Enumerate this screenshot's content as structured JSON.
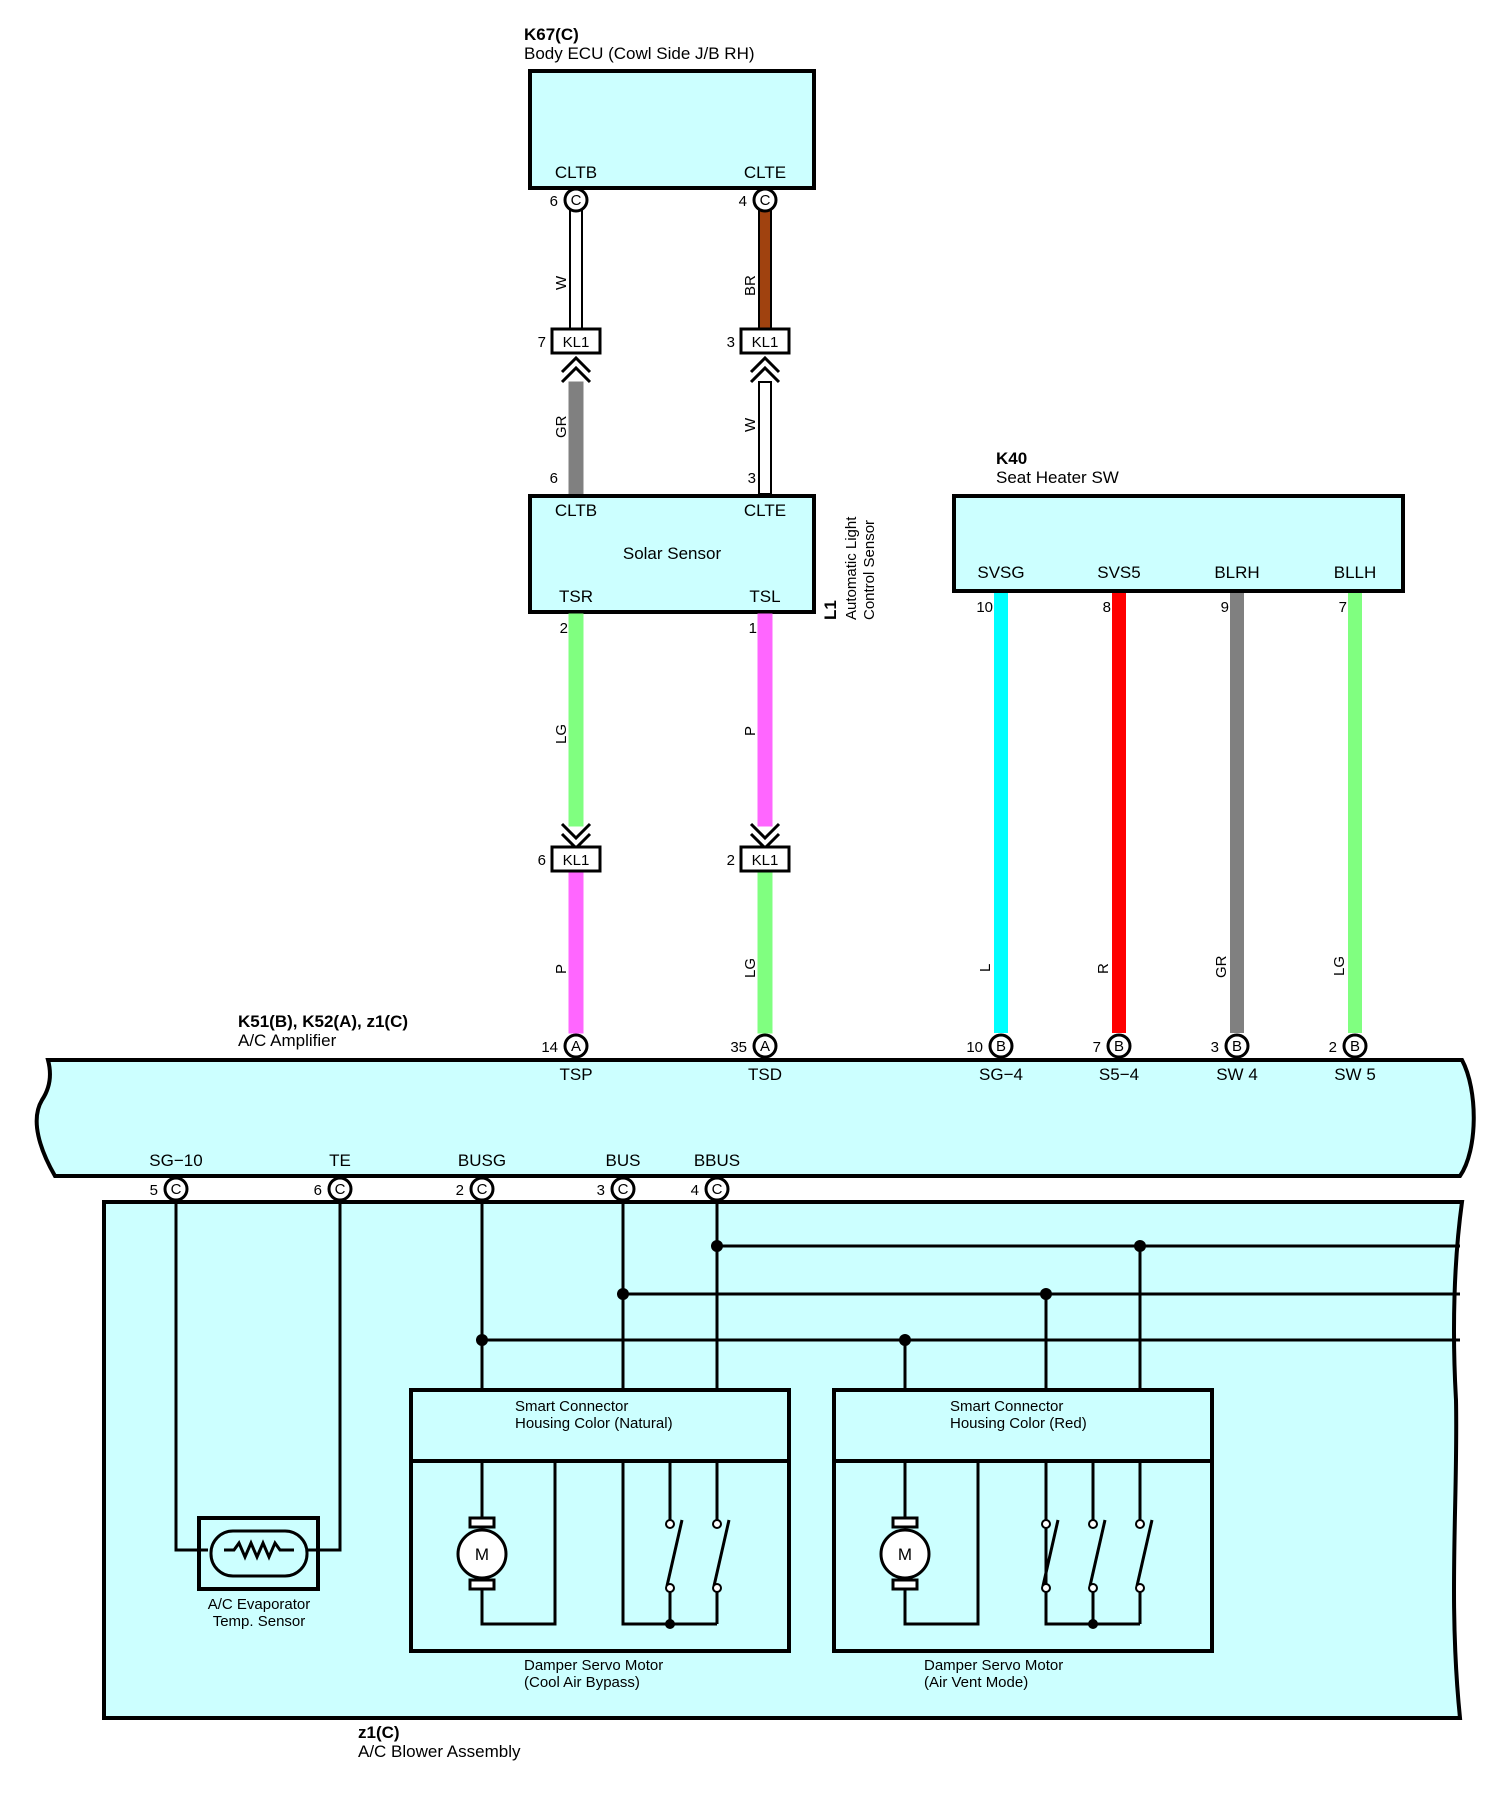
{
  "components": {
    "k67": {
      "ref": "K67(C)",
      "name": "Body ECU (Cowl Side J/B RH)",
      "pin_cltb": "CLTB",
      "pin_clte": "CLTE",
      "pin_cltb_no": "6",
      "pin_clte_no": "4",
      "conn": "C"
    },
    "l1": {
      "ref": "L1",
      "name_line1": "Automatic Light",
      "name_line2": "Control Sensor",
      "title": "Solar Sensor",
      "pin_cltb": "CLTB",
      "pin_clte": "CLTE",
      "pin_tsr": "TSR",
      "pin_tsl": "TSL",
      "pin_cltb_no": "6",
      "pin_clte_no": "3",
      "pin_tsr_no": "2",
      "pin_tsl_no": "1"
    },
    "k40": {
      "ref": "K40",
      "name": "Seat Heater SW",
      "pins": [
        {
          "label": "SVSG",
          "no": "10"
        },
        {
          "label": "SVS5",
          "no": "8"
        },
        {
          "label": "BLRH",
          "no": "9"
        },
        {
          "label": "BLLH",
          "no": "7"
        }
      ]
    },
    "amp": {
      "ref": "K51(B), K52(A), z1(C)",
      "name": "A/C Amplifier",
      "top_pins": [
        {
          "label": "TSP",
          "no": "14",
          "conn": "A"
        },
        {
          "label": "TSD",
          "no": "35",
          "conn": "A"
        },
        {
          "label": "SG−4",
          "no": "10",
          "conn": "B"
        },
        {
          "label": "S5−4",
          "no": "7",
          "conn": "B"
        },
        {
          "label": "SW 4",
          "no": "3",
          "conn": "B"
        },
        {
          "label": "SW 5",
          "no": "2",
          "conn": "B"
        }
      ],
      "bottom_pins": [
        {
          "label": "SG−10",
          "no": "5",
          "conn": "C"
        },
        {
          "label": "TE",
          "no": "6",
          "conn": "C"
        },
        {
          "label": "BUSG",
          "no": "2",
          "conn": "C"
        },
        {
          "label": "BUS",
          "no": "3",
          "conn": "C"
        },
        {
          "label": "BBUS",
          "no": "4",
          "conn": "C"
        }
      ]
    },
    "blower": {
      "ref": "z1(C)",
      "name": "A/C Blower Assembly"
    },
    "evap": {
      "line1": "A/C Evaporator",
      "line2": "Temp.  Sensor"
    },
    "servo1": {
      "hdr1": "Smart Connector",
      "hdr2": "Housing Color (Natural)",
      "name1": "Damper Servo Motor",
      "name2": "(Cool Air Bypass)",
      "motor": "M"
    },
    "servo2": {
      "hdr1": "Smart Connector",
      "hdr2": "Housing Color (Red)",
      "name1": "Damper Servo Motor",
      "name2": "(Air Vent Mode)",
      "motor": "M"
    }
  },
  "connectors": {
    "kl1_a": {
      "label": "KL1",
      "no": "7"
    },
    "kl1_b": {
      "label": "KL1",
      "no": "3"
    },
    "kl1_c": {
      "label": "KL1",
      "no": "6"
    },
    "kl1_d": {
      "label": "KL1",
      "no": "2"
    }
  },
  "wires": {
    "w1": {
      "code": "W",
      "color": "#ffffff"
    },
    "w2": {
      "code": "BR",
      "color": "#a0420f"
    },
    "w3": {
      "code": "GR",
      "color": "#808080"
    },
    "w4": {
      "code": "W",
      "color": "#ffffff"
    },
    "w5": {
      "code": "LG",
      "color": "#80ff80"
    },
    "w6": {
      "code": "P",
      "color": "#ff66ff"
    },
    "w7": {
      "code": "P",
      "color": "#ff66ff"
    },
    "w8": {
      "code": "LG",
      "color": "#80ff80"
    },
    "w9": {
      "code": "L",
      "color": "#00ffff"
    },
    "w10": {
      "code": "R",
      "color": "#ff0000"
    },
    "w11": {
      "code": "GR",
      "color": "#808080"
    },
    "w12": {
      "code": "LG",
      "color": "#80ff80"
    }
  }
}
